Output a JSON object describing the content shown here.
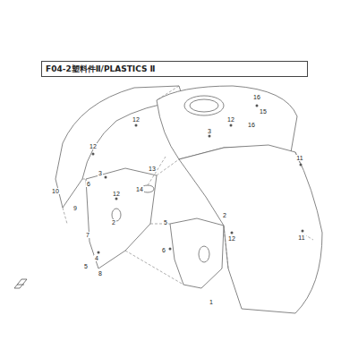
{
  "diagram": {
    "title": "F04-2塑料件Ⅱ/PLASTICS Ⅱ",
    "labels": [
      "10",
      "9",
      "12",
      "6",
      "3",
      "12",
      "7",
      "2",
      "4",
      "8",
      "5",
      "12",
      "13",
      "14",
      "3",
      "15",
      "16",
      "16",
      "12",
      "11",
      "11",
      "2",
      "5",
      "6",
      "12",
      "1"
    ]
  }
}
